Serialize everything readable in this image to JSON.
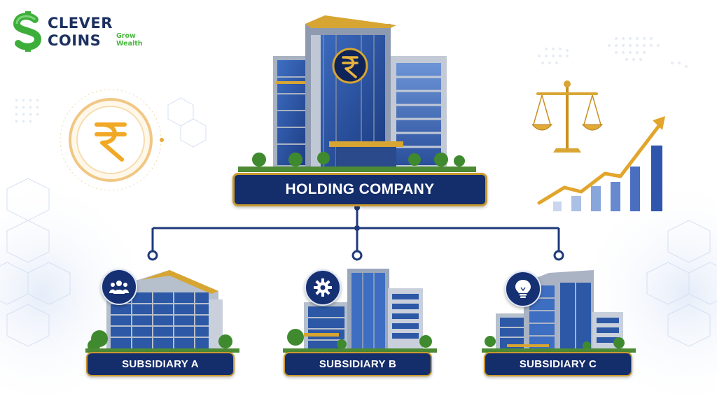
{
  "brand": {
    "line1": "CLEVER",
    "line2": "COINS",
    "tagline": "Grow Wealth",
    "color_navy": "#1d3160",
    "color_green": "#49b83f"
  },
  "holding": {
    "label": "HOLDING COMPANY",
    "emblem_icon": "rupee-icon"
  },
  "subsidiaries": [
    {
      "label": "SUBSIDIARY A",
      "icon": "people-icon"
    },
    {
      "label": "SUBSIDIARY B",
      "icon": "gear-icon"
    },
    {
      "label": "SUBSIDIARY C",
      "icon": "lightbulb-icon"
    }
  ],
  "decor": {
    "left_icon": "rupee-icon",
    "right_icons": [
      "scales-of-justice-icon",
      "growth-chart-icon"
    ]
  },
  "colors": {
    "navy": "#142d6b",
    "gold": "#c99a2e",
    "connector": "#1e3a7a",
    "glass_blue": "#2f5fb0"
  }
}
